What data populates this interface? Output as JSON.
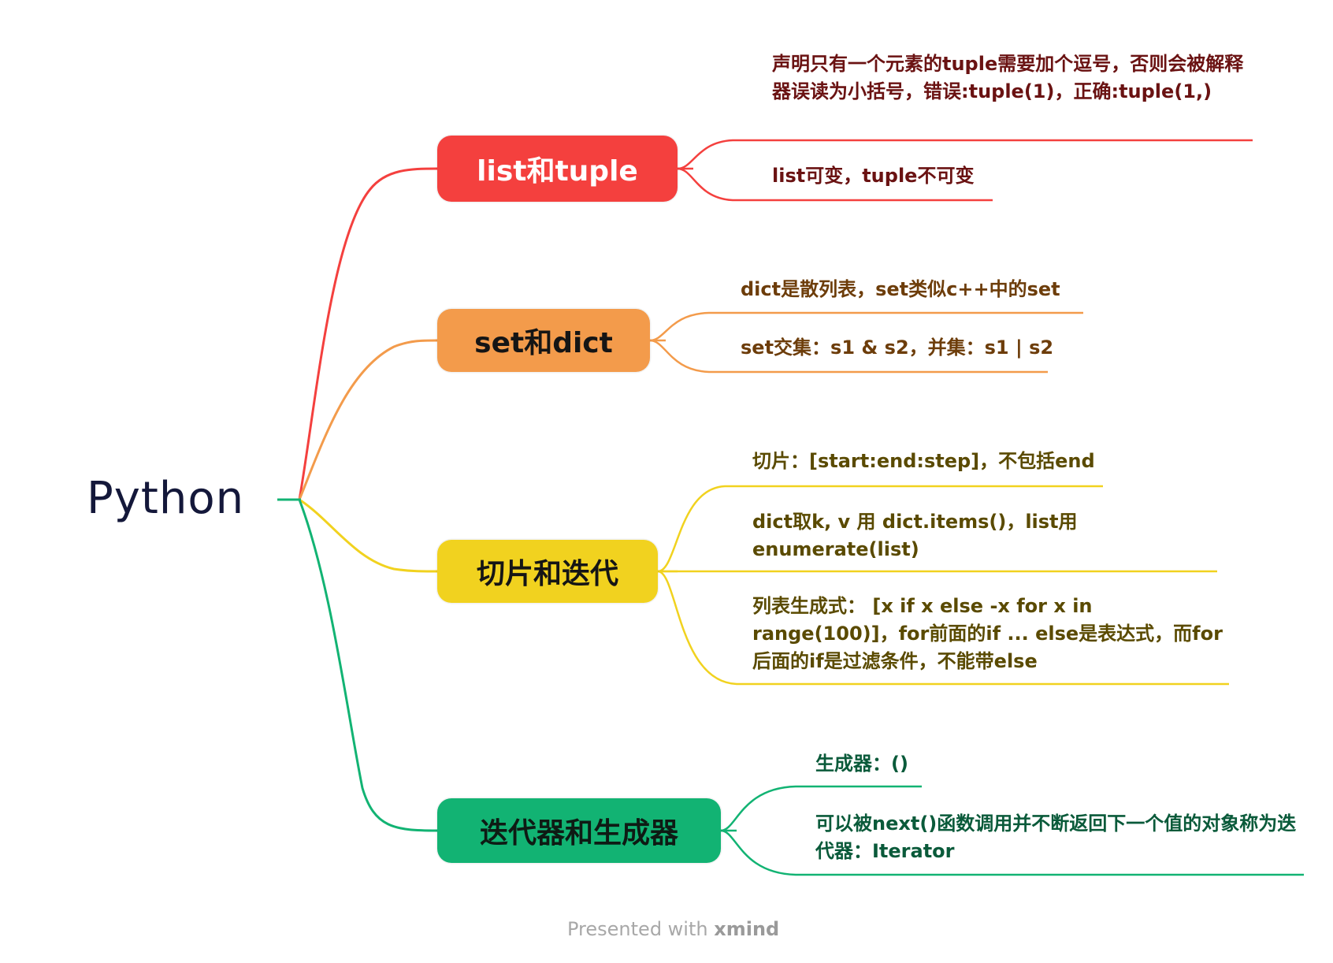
{
  "root": {
    "label": "Python"
  },
  "branches": [
    {
      "label": "list和tuple",
      "color": "#f4403e",
      "leaves": [
        "声明只有一个元素的tuple需要加个逗号，否则会被解释器误读为小括号，错误:tuple(1)，正确:tuple(1,)",
        "list可变，tuple不可变"
      ]
    },
    {
      "label": "set和dict",
      "color": "#f39b4b",
      "leaves": [
        "dict是散列表，set类似c++中的set",
        "set交集：s1 & s2，并集：s1 | s2"
      ]
    },
    {
      "label": "切片和迭代",
      "color": "#f1d21f",
      "leaves": [
        "切片：[start:end:step]，不包括end",
        "dict取k, v 用 dict.items()，list用 enumerate(list)",
        "列表生成式： [x if x else -x for x in range(100)]，for前面的if ... else是表达式，而for后面的if是过滤条件，不能带else"
      ]
    },
    {
      "label": "迭代器和生成器",
      "color": "#12b373",
      "leaves": [
        "生成器：()",
        "可以被next()函数调用并不断返回下一个值的对象称为迭代器：Iterator"
      ]
    }
  ],
  "footer": {
    "prefix": "Presented with ",
    "brand": "xmind"
  }
}
